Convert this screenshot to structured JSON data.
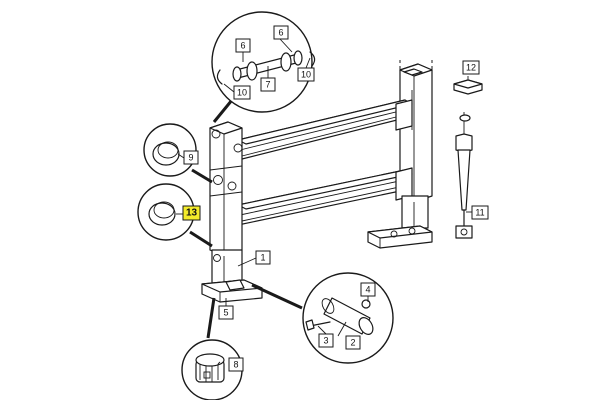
{
  "diagram": {
    "callouts": [
      {
        "id": "c1",
        "label": "1"
      },
      {
        "id": "c2",
        "label": "2"
      },
      {
        "id": "c3",
        "label": "3"
      },
      {
        "id": "c4",
        "label": "4"
      },
      {
        "id": "c5",
        "label": "5"
      },
      {
        "id": "c6a",
        "label": "6"
      },
      {
        "id": "c6b",
        "label": "6"
      },
      {
        "id": "c7",
        "label": "7"
      },
      {
        "id": "c8",
        "label": "8"
      },
      {
        "id": "c9",
        "label": "9"
      },
      {
        "id": "c10a",
        "label": "10"
      },
      {
        "id": "c10b",
        "label": "10"
      },
      {
        "id": "c11",
        "label": "11"
      },
      {
        "id": "c12",
        "label": "12"
      },
      {
        "id": "c13",
        "label": "13",
        "highlighted": true
      }
    ],
    "highlight_color": "#f4ec2a"
  }
}
